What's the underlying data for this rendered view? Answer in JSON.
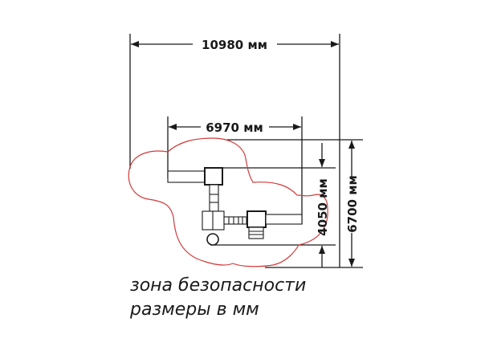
{
  "dimensions": {
    "total_width": "10980 мм",
    "inner_width": "6970 мм",
    "inner_depth": "4050 мм",
    "total_depth": "6700 мм"
  },
  "caption": {
    "line1": "зона безопасности",
    "line2": "размеры в мм"
  },
  "colors": {
    "safety_zone": "#d23a3a",
    "ink": "#1a1a1a"
  }
}
